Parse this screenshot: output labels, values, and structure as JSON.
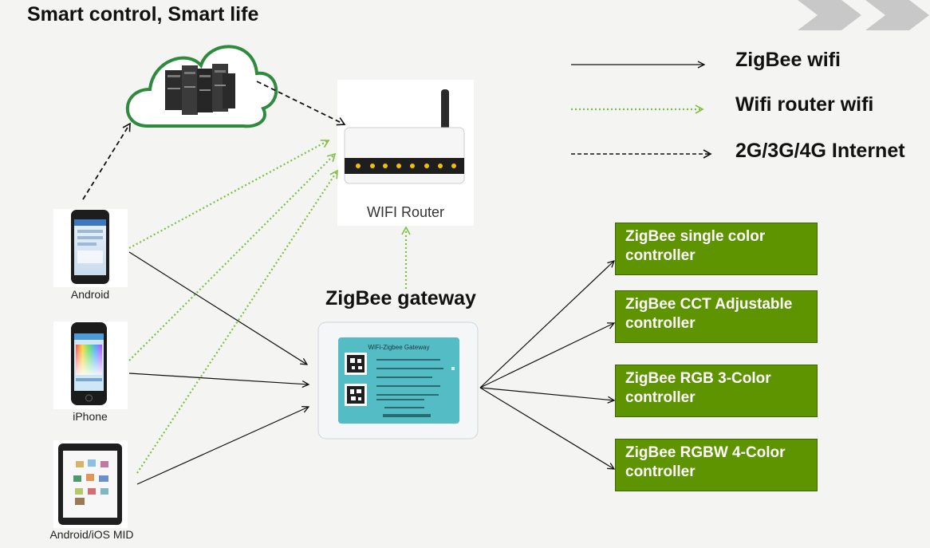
{
  "title": "Smart control, Smart life",
  "legend": [
    {
      "label": "ZigBee wifi",
      "line": "solid"
    },
    {
      "label": "Wifi router wifi",
      "line": "green-dotted"
    },
    {
      "label": "2G/3G/4G Internet",
      "line": "dashed"
    }
  ],
  "router": {
    "label": "WIFI Router"
  },
  "gateway": {
    "title": "ZigBee gateway",
    "device_text": "WiFi-Zigbee Gateway"
  },
  "devices": [
    {
      "label": "Android"
    },
    {
      "label": "iPhone"
    },
    {
      "label": "Android/iOS MID"
    }
  ],
  "controllers": [
    {
      "line1": "ZigBee single color",
      "line2": "controller"
    },
    {
      "line1": "ZigBee CCT Adjustable",
      "line2": "controller"
    },
    {
      "line1": "ZigBee RGB 3-Color",
      "line2": "controller"
    },
    {
      "line1": "ZigBee RGBW 4-Color",
      "line2": "controller"
    }
  ],
  "colors": {
    "controller_fill": "#5e9400",
    "wifi_dotted": "#7cc142",
    "cloud": "#2e8b3e"
  }
}
